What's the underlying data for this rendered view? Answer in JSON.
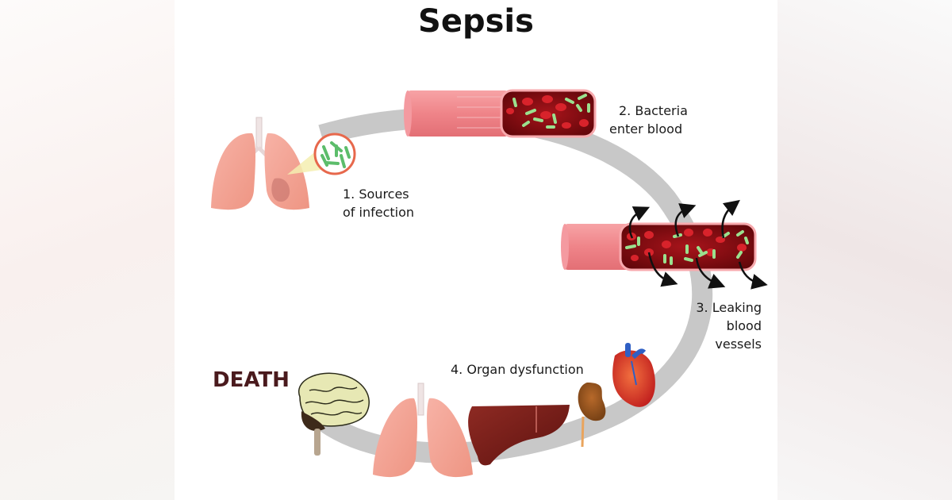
{
  "title": "Sepsis",
  "steps": [
    {
      "number": "1.",
      "label_line1": "1. Sources",
      "label_line2": "of infection",
      "organ": "lungs-infected"
    },
    {
      "number": "2.",
      "label_line1": "2. Bacteria",
      "label_line2": "enter blood",
      "organ": "blood-vessel"
    },
    {
      "number": "3.",
      "label_line1": "3. Leaking",
      "label_line2": "blood",
      "label_line3": "vessels",
      "organ": "leaking-vessel"
    },
    {
      "number": "4.",
      "label_line1": "4. Organ dysfunction",
      "organ": "organs"
    }
  ],
  "outcome": "DEATH",
  "organs": [
    "heart",
    "kidney",
    "liver",
    "lungs",
    "brain"
  ],
  "colors": {
    "title": "#111111",
    "death": "#4a1a1d",
    "arc": "#c8c8c8",
    "vessel_wall": "#f08a8e",
    "blood": "#8c0f14",
    "bacteria": "#8fd08a"
  }
}
